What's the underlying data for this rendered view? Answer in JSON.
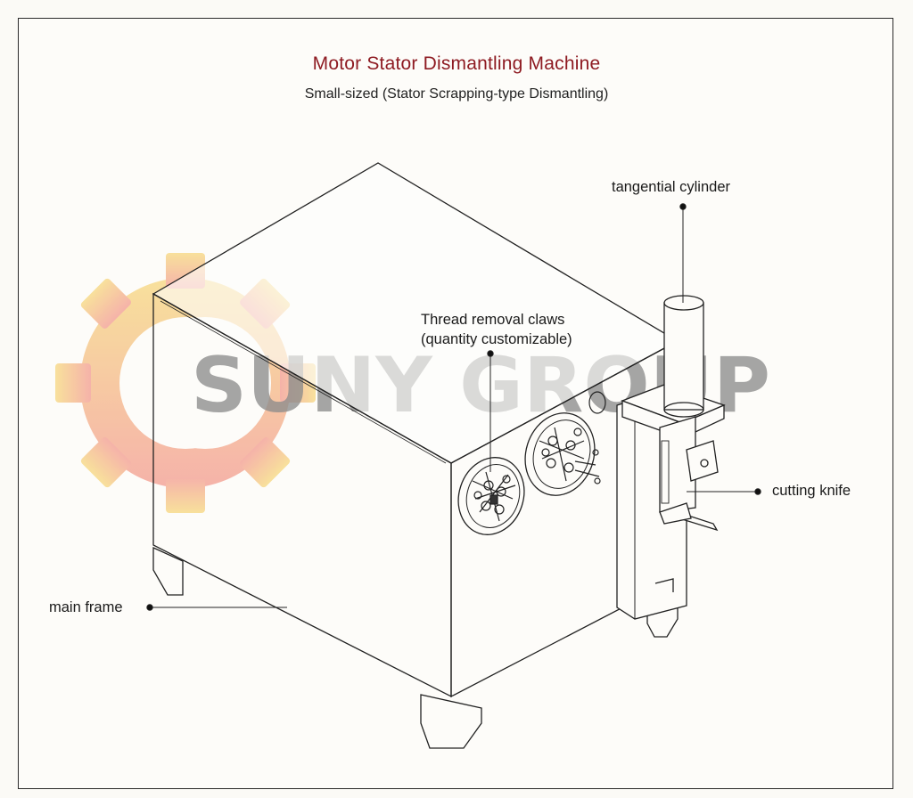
{
  "title": "Motor Stator Dismantling Machine",
  "subtitle": "Small-sized (Stator Scrapping-type Dismantling)",
  "watermark": {
    "text": "SUNY GROUP",
    "icon": "gear-icon",
    "colors": {
      "gear_top": "#f7d98a",
      "gear_bottom": "#f4a39a",
      "text": "#8c8c8c"
    }
  },
  "labels": {
    "thread_claws_line1": "Thread removal claws",
    "thread_claws_line2": "(quantity customizable)",
    "tangential_cylinder": "tangential cylinder",
    "cutting_knife": "cutting knife",
    "main_frame": "main frame"
  },
  "colors": {
    "title": "#8e1b22",
    "line": "#222222"
  }
}
